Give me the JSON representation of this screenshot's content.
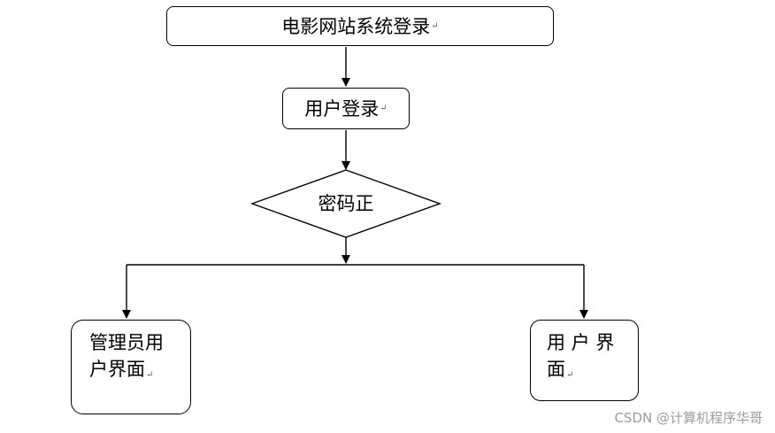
{
  "header_cutoff_text": "",
  "nodes": {
    "system_login": "电影网站系统登录",
    "user_login": "用户登录",
    "password_check": "密码正",
    "admin_ui_line1": "管理员用",
    "admin_ui_line2": "户界面",
    "user_ui_line1": "用 户 界",
    "user_ui_line2": "面"
  },
  "paragraph_mark": "↵",
  "watermark": "CSDN @计算机程序华哥"
}
